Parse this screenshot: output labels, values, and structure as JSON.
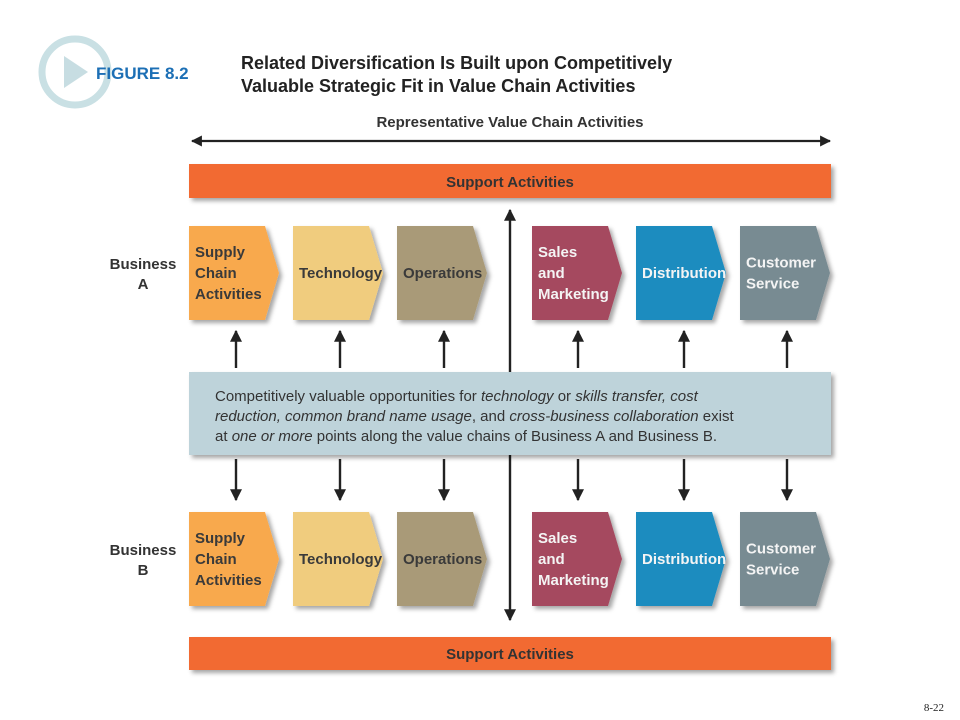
{
  "header": {
    "figure_label": "FIGURE 8.2",
    "title_line1": "Related Diversification Is Built upon Competitively",
    "title_line2": "Valuable Strategic Fit in Value Chain Activities"
  },
  "diagram": {
    "value_chain_caption": "Representative Value Chain Activities",
    "support_top": "Support Activities",
    "support_bottom": "Support Activities",
    "business_a": [
      "Business",
      "A"
    ],
    "business_b": [
      "Business",
      "B"
    ],
    "activities_a": [
      {
        "lines": [
          "Supply",
          "Chain",
          "Activities"
        ],
        "color": "#f8a94e"
      },
      {
        "lines": [
          "Technology"
        ],
        "color": "#f0cc7e"
      },
      {
        "lines": [
          "Operations"
        ],
        "color": "#a99a78"
      },
      {
        "lines": [
          "Sales",
          "and",
          "Marketing"
        ],
        "color": "#a54a5f"
      },
      {
        "lines": [
          "Distribution"
        ],
        "color": "#1c8cbf"
      },
      {
        "lines": [
          "Customer",
          "Service"
        ],
        "color": "#788b92"
      }
    ],
    "activities_b": [
      {
        "lines": [
          "Supply",
          "Chain",
          "Activities"
        ],
        "color": "#f8a94e"
      },
      {
        "lines": [
          "Technology"
        ],
        "color": "#f0cc7e"
      },
      {
        "lines": [
          "Operations"
        ],
        "color": "#a99a78"
      },
      {
        "lines": [
          "Sales",
          "and",
          "Marketing"
        ],
        "color": "#a54a5f"
      },
      {
        "lines": [
          "Distribution"
        ],
        "color": "#1c8cbf"
      },
      {
        "lines": [
          "Customer",
          "Service"
        ],
        "color": "#788b92"
      }
    ],
    "center_text": {
      "line1": [
        {
          "text": "Competitively valuable opportunities for ",
          "italic": false
        },
        {
          "text": "technology",
          "italic": true
        },
        {
          "text": " or ",
          "italic": false
        },
        {
          "text": "skills transfer, cost",
          "italic": true
        }
      ],
      "line2": [
        {
          "text": "reduction, common brand name usage",
          "italic": true
        },
        {
          "text": ", and ",
          "italic": false
        },
        {
          "text": "cross-business collaboration",
          "italic": true
        },
        {
          "text": " exist",
          "italic": false
        }
      ],
      "line3": [
        {
          "text": "at ",
          "italic": false
        },
        {
          "text": "one or more",
          "italic": true
        },
        {
          "text": " points along the value chains of Business A and Business B.",
          "italic": false
        }
      ]
    }
  },
  "page_number": "8-22",
  "colors": {
    "support_bar": "#f26a30",
    "center_box": "#bed3da",
    "title_blue": "#1c6fb5",
    "arrow": "#222222",
    "label_gray": "#333333"
  }
}
